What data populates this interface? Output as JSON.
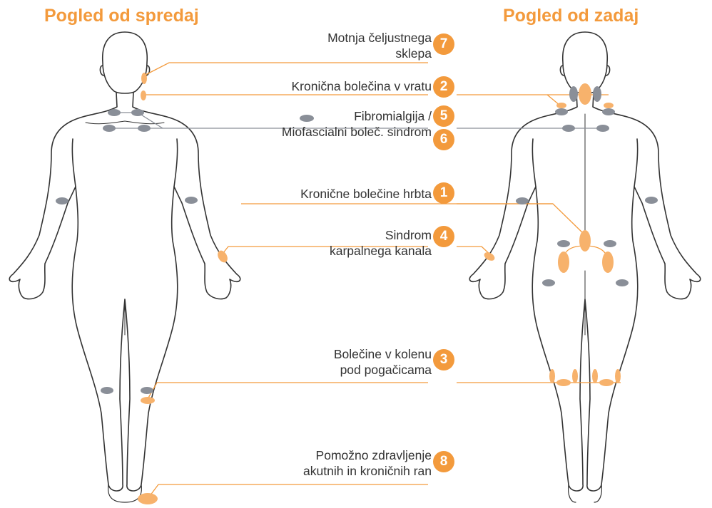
{
  "titles": {
    "front": "Pogled od spredaj",
    "back": "Pogled od zadaj"
  },
  "colors": {
    "accent": "#f39a3c",
    "point_orange": "#f7b26c",
    "point_gray": "#8a8f98",
    "outline": "#333333"
  },
  "conditions": [
    {
      "id": "jaw",
      "label_lines": [
        "Motnja čeljustnega",
        "sklepa"
      ],
      "badges": [
        "7"
      ]
    },
    {
      "id": "neck",
      "label_lines": [
        "Kronična bolečina v vratu"
      ],
      "badges": [
        "2"
      ]
    },
    {
      "id": "fibro",
      "label_lines": [
        "Fibromialgija /",
        "Miofascialni boleč. sindrom"
      ],
      "badges": [
        "5",
        "6"
      ]
    },
    {
      "id": "back",
      "label_lines": [
        "Kronične bolečine hrbta"
      ],
      "badges": [
        "1"
      ]
    },
    {
      "id": "carpal",
      "label_lines": [
        "Sindrom",
        "karpalnega kanala"
      ],
      "badges": [
        "4"
      ]
    },
    {
      "id": "knee",
      "label_lines": [
        "Bolečine v kolenu",
        "pod pogačicama"
      ],
      "badges": [
        "3"
      ]
    },
    {
      "id": "wounds",
      "label_lines": [
        "Pomožno zdravljenje",
        "akutnih in kroničnih ran"
      ],
      "badges": [
        "8"
      ]
    }
  ]
}
